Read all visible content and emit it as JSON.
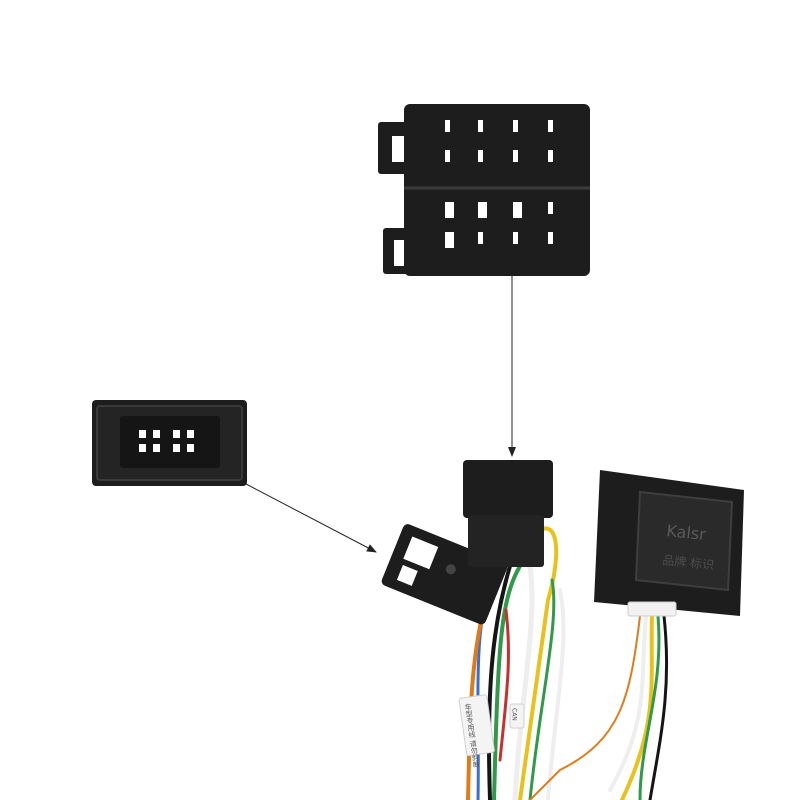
{
  "scene": {
    "background": "#ffffff",
    "colors": {
      "connector_body": "#1d1d1d",
      "connector_edge": "#3a3a3a",
      "pin_slot": "#ffffff",
      "pointer_line": "#222222",
      "wire_yellow": "#e8c21a",
      "wire_green": "#2f9a4a",
      "wire_white": "#eeeeee",
      "wire_orange": "#e07b1a",
      "wire_blue": "#3a6fcf",
      "wire_black": "#151515",
      "wire_red": "#c9302c"
    },
    "box_label": "Kalsr",
    "box_sublabel": "品牌 标识",
    "tag_text": "车型专用线 请勿剪断",
    "tag2_text": "CAN"
  }
}
